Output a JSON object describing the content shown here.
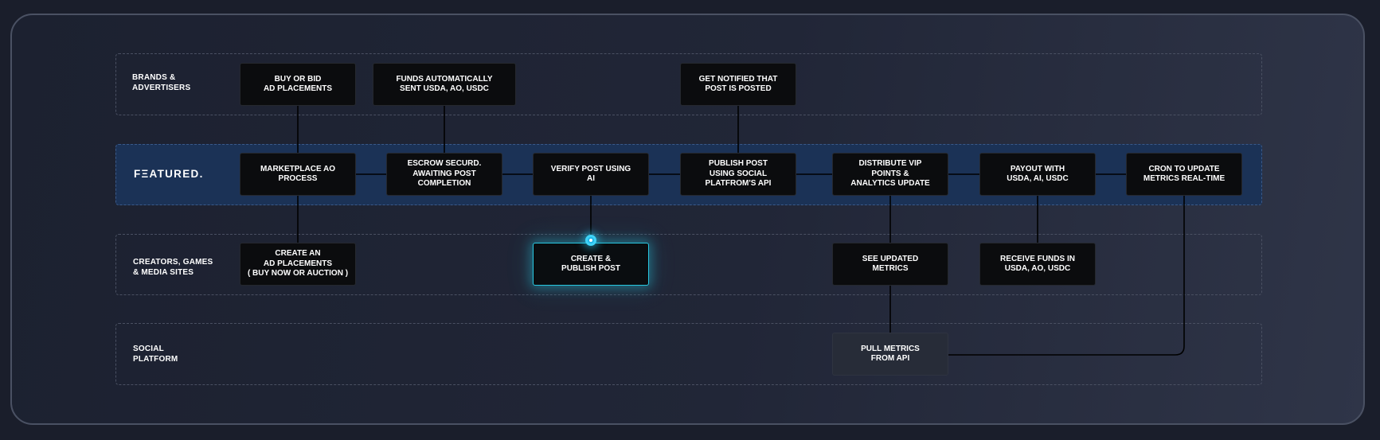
{
  "logo": {
    "text": "FΞATURED."
  },
  "lanes": {
    "brands": "BRANDS &\nADVERTISERS",
    "creators": "CREATORS, GAMES\n& MEDIA SITES",
    "social": "SOCIAL\nPLATFORM"
  },
  "brands_boxes": {
    "buy_bid": "BUY OR BID\nAD PLACEMENTS",
    "funds_sent": "FUNDS AUTOMATICALLY\nSENT USDA, AO, USDC",
    "notified": "GET NOTIFIED THAT\nPOST IS POSTED"
  },
  "featured_boxes": {
    "marketplace": "MARKETPLACE AO\nPROCESS",
    "escrow": "ESCROW SECURD.\nAWAITING POST\nCOMPLETION",
    "verify": "VERIFY POST USING\nAI",
    "publish": "PUBLISH POST\nUSING SOCIAL\nPLATFROM'S API",
    "distribute": "DISTRIBUTE VIP\nPOINTS &\nANALYTICS UPDATE",
    "payout": "PAYOUT WITH\nUSDA, AI, USDC",
    "cron": "CRON TO UPDATE\nMETRICS REAL-TIME"
  },
  "creators_boxes": {
    "create_ad": "CREATE AN\nAD PLACEMENTS\n( BUY NOW OR AUCTION )",
    "create_publish": "CREATE &\nPUBLISH POST",
    "see_metrics": "SEE UPDATED\nMETRICS",
    "receive_funds": "RECEIVE FUNDS IN\nUSDA, AO, USDC"
  },
  "social_boxes": {
    "pull_metrics": "PULL METRICS\nFROM API"
  },
  "colors": {
    "background": "#1a1e2b",
    "featured_lane": "#1b3256",
    "box": "#0b0c0e",
    "accent": "#28c7e0"
  }
}
